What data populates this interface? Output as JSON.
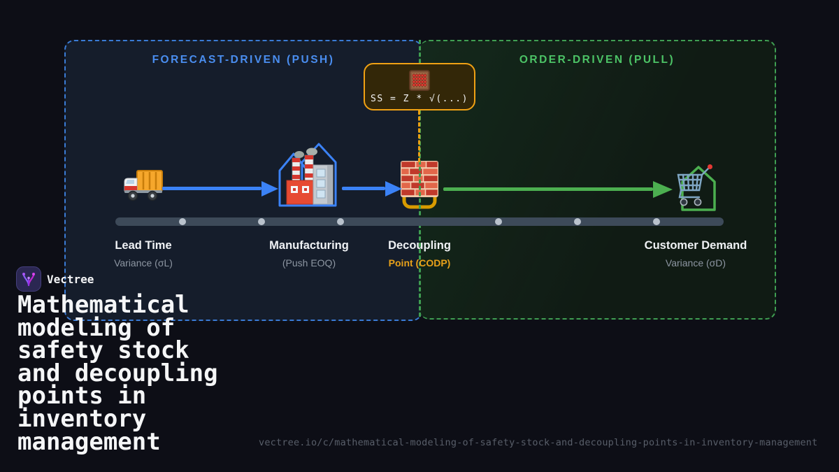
{
  "brand": {
    "name": "Vectree"
  },
  "title": {
    "text": "Mathematical\nmodeling of\nsafety stock\nand decoupling\npoints in\ninventory\nmanagement"
  },
  "footer": {
    "url": "vectree.io/c/mathematical-modeling-of-safety-stock-and-decoupling-points-in-inventory-management"
  },
  "zones": {
    "push": {
      "label": "FORECAST-DRIVEN (PUSH)",
      "accent": "#4a8ef0"
    },
    "pull": {
      "label": "ORDER-DRIVEN (PULL)",
      "accent": "#4cc366"
    }
  },
  "formula": {
    "text": "SS = Z * √(...)",
    "icon": "abacus-icon",
    "accent": "#f0a114"
  },
  "stages": [
    {
      "id": "lead-time",
      "title": "Lead Time",
      "subtitle": "Variance (σL)",
      "icon": "truck-icon"
    },
    {
      "id": "manufacturing",
      "title": "Manufacturing",
      "subtitle": "(Push EOQ)",
      "icon": "factory-icon"
    },
    {
      "id": "decoupling",
      "title": "Decoupling",
      "subtitle": "Point (CODP)",
      "icon": "brick-wall-icon",
      "subtitle_color": "#e8a11a"
    },
    {
      "id": "customer-demand",
      "title": "Customer Demand",
      "subtitle": "Variance (σD)",
      "icon": "shopping-cart-icon"
    }
  ],
  "flow": {
    "push_arrow_color": "#3b82f6",
    "pull_arrow_color": "#4caf50",
    "timeline_dot_count": 6
  }
}
